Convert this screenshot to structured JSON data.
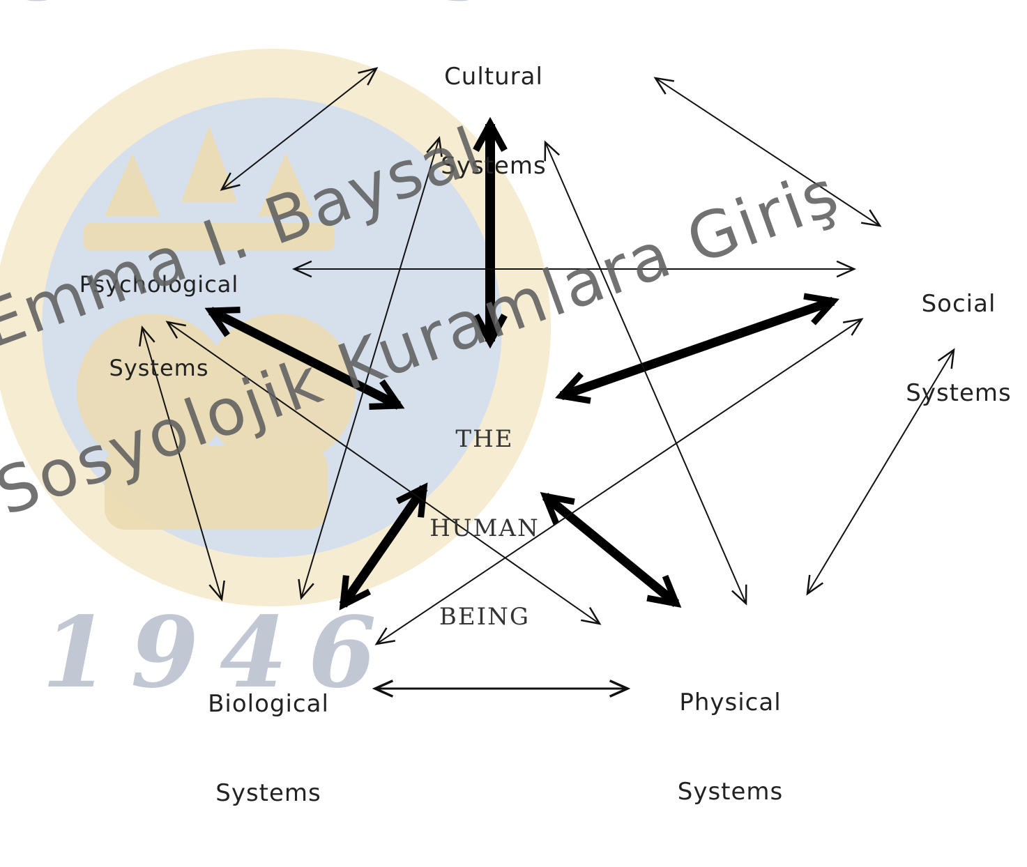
{
  "diagram": {
    "center": {
      "lines": [
        "THE",
        "HUMAN",
        "BEING"
      ]
    },
    "nodes": {
      "cultural": {
        "lines": [
          "Cultural",
          "Systems"
        ]
      },
      "social": {
        "lines": [
          "Social",
          "Systems"
        ]
      },
      "psychological": {
        "lines": [
          "Psychological",
          "Systems"
        ]
      },
      "biological": {
        "lines": [
          "Biological",
          "Systems"
        ]
      },
      "physical": {
        "lines": [
          "Physical",
          "Systems"
        ]
      }
    },
    "arrow_color": "#111111",
    "strong_arrow_color": "#000000"
  },
  "watermark": {
    "seal_year": "1946",
    "seal_text": "UNIVERSITY",
    "line1": "Emma I. Baysal",
    "line2": "Sosyolojik Kuramlara Giriş",
    "seal_colors": {
      "outer": "#f3e6c4",
      "inner": "#c9d6e6",
      "text": "#c6cbd6"
    }
  }
}
